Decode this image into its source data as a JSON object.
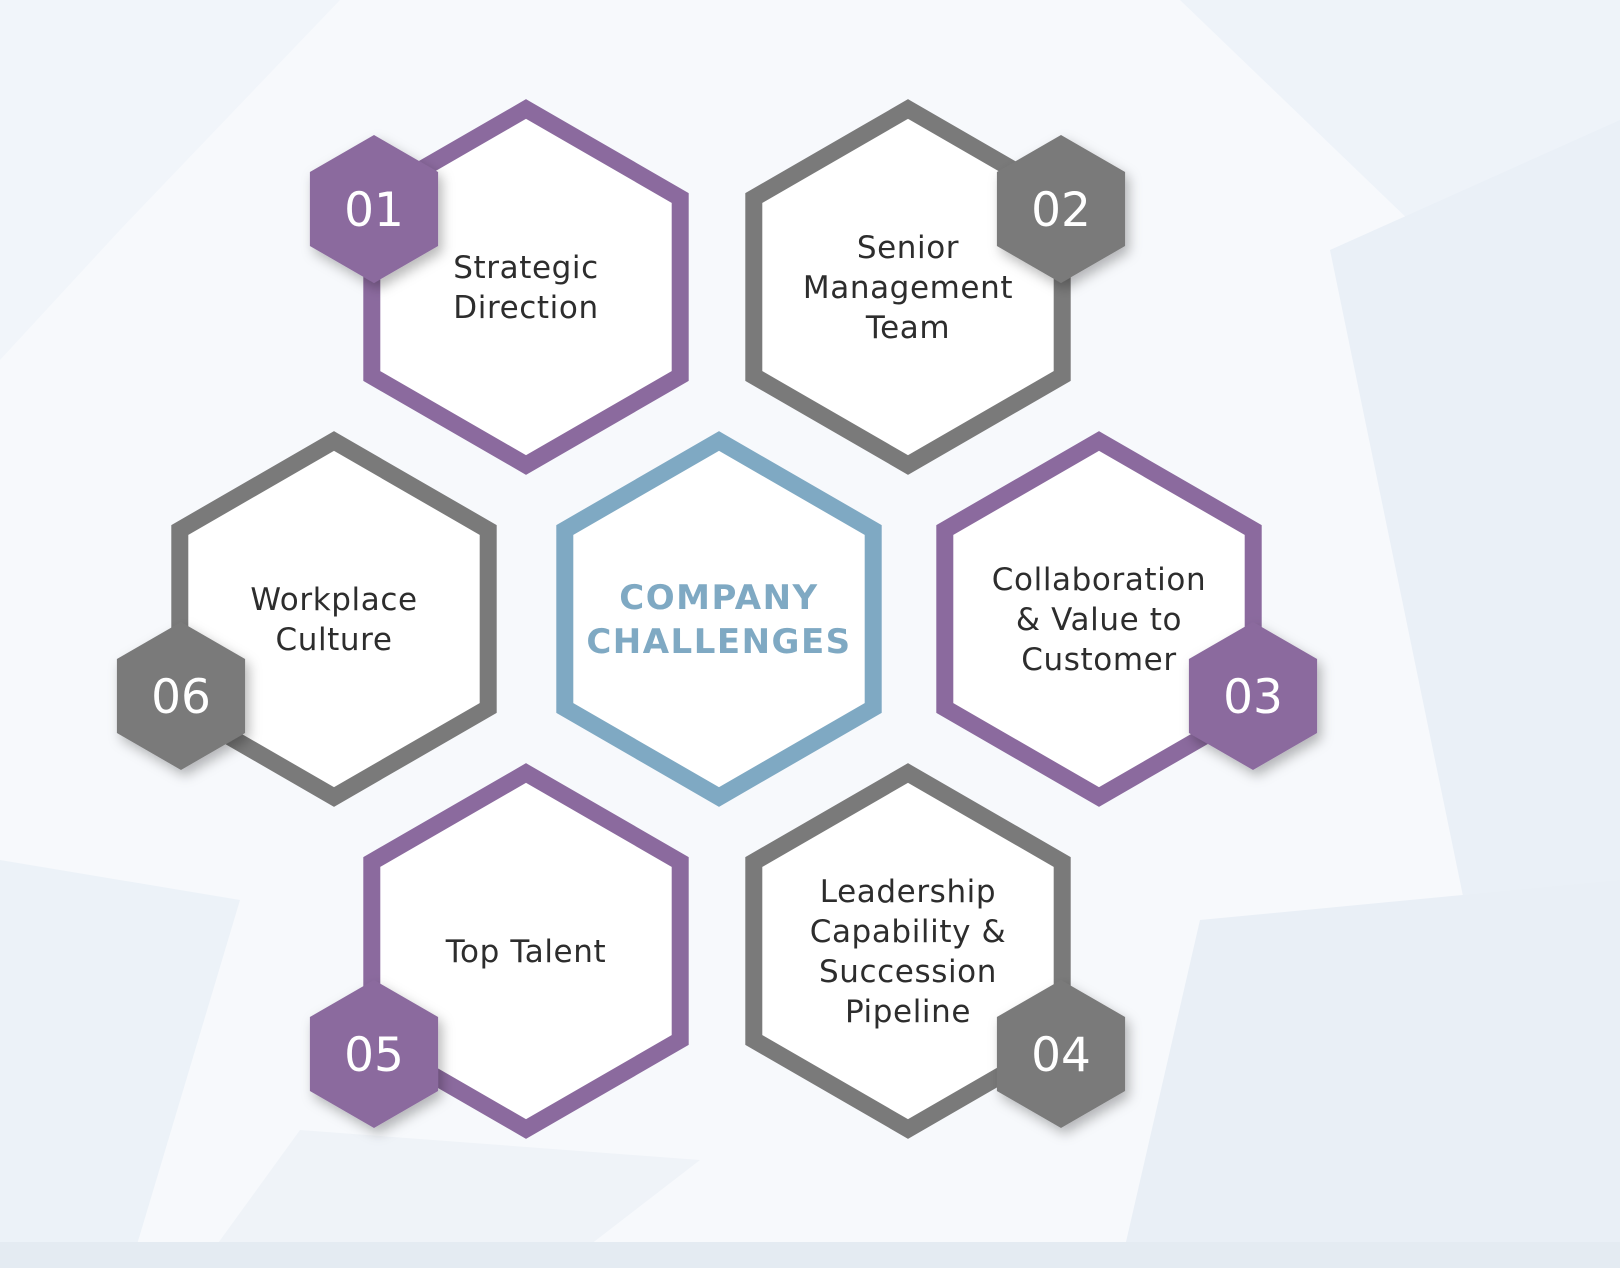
{
  "colors": {
    "background": "#f7f9fc",
    "purple": "#8b6a9e",
    "gray": "#7a7a7a",
    "center": "#7fa9c3",
    "label_text": "#2d2d2d",
    "badge_text": "#ffffff"
  },
  "center": {
    "lines": [
      "COMPANY",
      "CHALLENGES"
    ]
  },
  "challenges": [
    {
      "number": "01",
      "lines": [
        "Strategic",
        "Direction"
      ],
      "color": "purple"
    },
    {
      "number": "02",
      "lines": [
        "Senior",
        "Management",
        "Team"
      ],
      "color": "gray"
    },
    {
      "number": "03",
      "lines": [
        "Collaboration",
        "& Value to",
        "Customer"
      ],
      "color": "purple"
    },
    {
      "number": "04",
      "lines": [
        "Leadership",
        "Capability &",
        "Succession",
        "Pipeline"
      ],
      "color": "gray"
    },
    {
      "number": "05",
      "lines": [
        "Top Talent"
      ],
      "color": "purple"
    },
    {
      "number": "06",
      "lines": [
        "Workplace",
        "Culture"
      ],
      "color": "gray"
    }
  ]
}
